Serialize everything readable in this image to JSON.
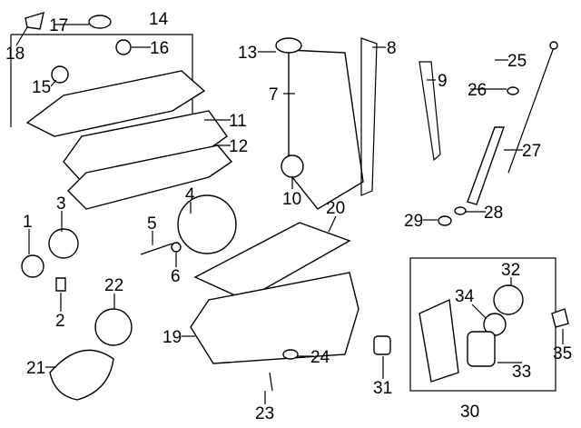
{
  "callouts": [
    "1",
    "2",
    "3",
    "4",
    "5",
    "6",
    "7",
    "8",
    "9",
    "10",
    "11",
    "12",
    "13",
    "14",
    "15",
    "16",
    "17",
    "18",
    "19",
    "20",
    "21",
    "22",
    "23",
    "24",
    "25",
    "26",
    "27",
    "28",
    "29",
    "30",
    "31",
    "32",
    "33",
    "34",
    "35"
  ],
  "colors": {
    "ink": "#000000",
    "background": "#ffffff"
  }
}
